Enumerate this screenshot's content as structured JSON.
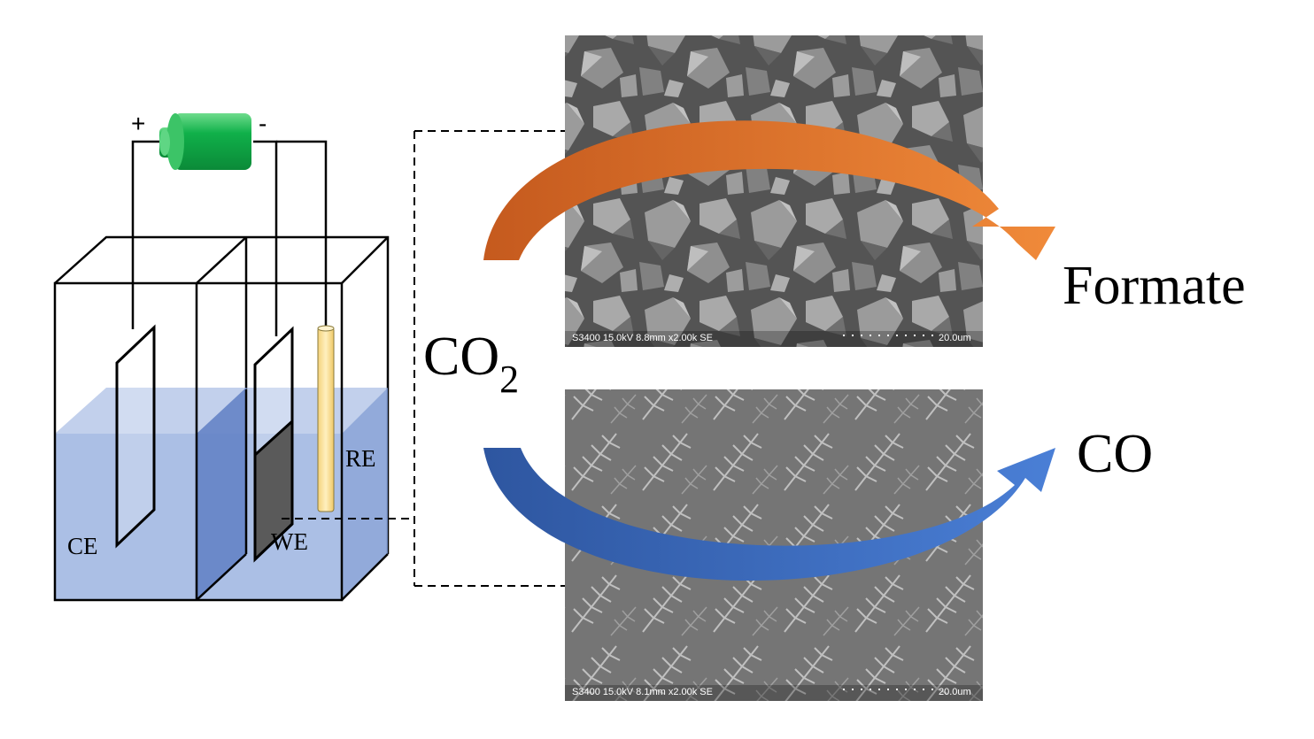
{
  "labels": {
    "ce": "CE",
    "we": "WE",
    "re": "RE",
    "co2_main": "CO",
    "co2_sub": "2",
    "formate": "Formate",
    "co": "CO"
  },
  "battery": {
    "plus": "+",
    "minus": "-"
  },
  "sem_images": [
    {
      "caption": "S3400 15.0kV 8.8mm x2.00k SE",
      "scale": "20.0um"
    },
    {
      "caption": "S3400 15.0kV 8.1mm x2.00k SE",
      "scale": "20.0um"
    }
  ],
  "colors": {
    "electrolyte": "#8faadc",
    "battery": "#10b04a",
    "reference_electrode": "#fbe19a",
    "arrow_orange": "#ec7d2f",
    "arrow_blue": "#4472c4"
  }
}
